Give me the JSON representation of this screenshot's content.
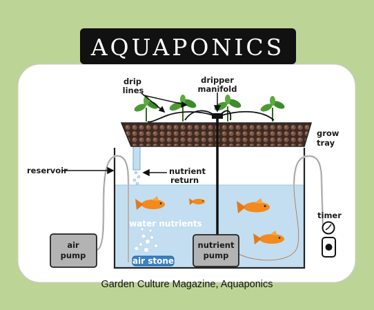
{
  "title": "AQUAPONICS",
  "labels": {
    "drip_lines_1": "drip",
    "drip_lines_2": "lines",
    "dripper_manifold_1": "dripper",
    "dripper_manifold_2": "manifold",
    "grow_tray_1": "grow",
    "grow_tray_2": "tray",
    "reservoir": "reservoir",
    "nutrient_return_1": "nutrient",
    "nutrient_return_2": "return",
    "water_nutrients": "water nutrients",
    "timer": "timer",
    "air_pump_1": "air",
    "air_pump_2": "pump",
    "nutrient_pump_1": "nutrient",
    "nutrient_pump_2": "pump",
    "air_stone": "air stone"
  },
  "caption": "Garden Culture Magazine, Aquaponics",
  "colors": {
    "background": "#bcd596",
    "panel": "#ffffff",
    "water": "#c2def0",
    "gravel": "#6b4a3a",
    "air_stone": "#3b82c4",
    "box": "#b3b3b3",
    "fish": "#f28a1e",
    "plant": "#3c8c2a"
  }
}
